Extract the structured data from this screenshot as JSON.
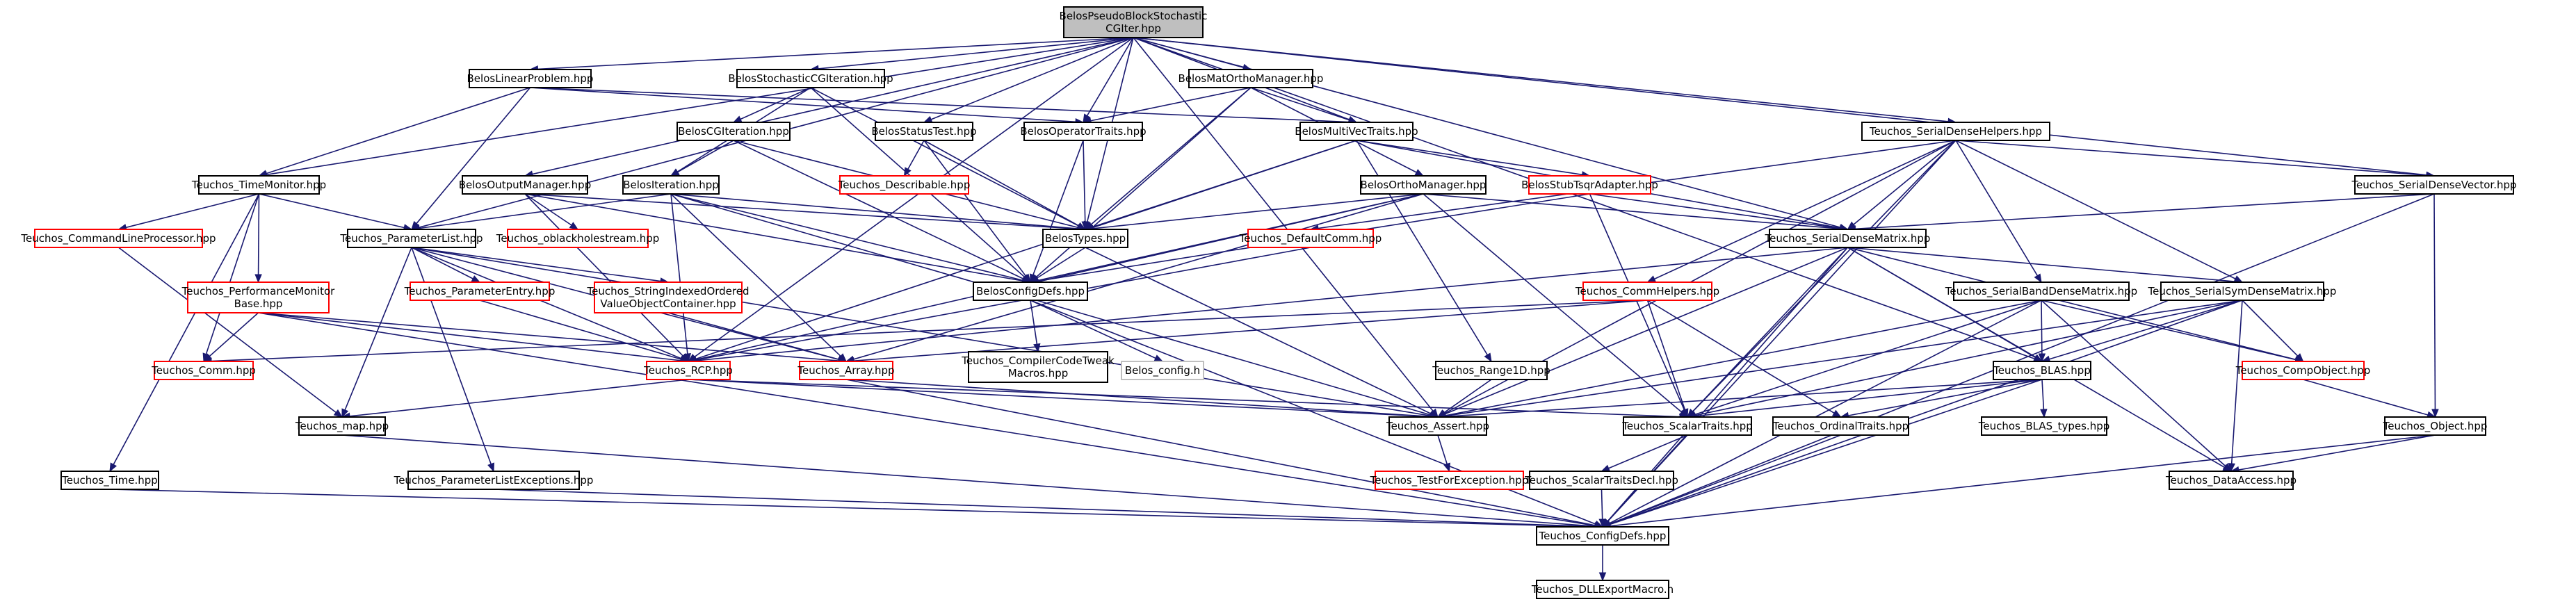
{
  "diagram": {
    "type": "include-dependency-graph",
    "colors": {
      "edge": "#191970",
      "node_border_ok": "#000000",
      "node_border_truncated": "#ff0000",
      "node_border_external": "#bfbfbf",
      "node_fill_root": "#bfbfbf",
      "node_fill": "#ffffff"
    },
    "nodes": [
      {
        "id": "root",
        "lines": [
          "BelosPseudoBlockStochastic",
          "CGIter.hpp"
        ],
        "style": "root"
      },
      {
        "id": "linprob",
        "lines": [
          "BelosLinearProblem.hpp"
        ],
        "style": "ok"
      },
      {
        "id": "stochcg",
        "lines": [
          "BelosStochasticCGIteration.hpp"
        ],
        "style": "ok"
      },
      {
        "id": "matortho",
        "lines": [
          "BelosMatOrthoManager.hpp"
        ],
        "style": "ok"
      },
      {
        "id": "opTraits",
        "lines": [
          "BelosOperatorTraits.hpp"
        ],
        "style": "ok"
      },
      {
        "id": "mvTraits",
        "lines": [
          "BelosMultiVecTraits.hpp"
        ],
        "style": "ok"
      },
      {
        "id": "cgiter",
        "lines": [
          "BelosCGIteration.hpp"
        ],
        "style": "ok"
      },
      {
        "id": "status",
        "lines": [
          "BelosStatusTest.hpp"
        ],
        "style": "ok"
      },
      {
        "id": "outmgr",
        "lines": [
          "BelosOutputManager.hpp"
        ],
        "style": "ok"
      },
      {
        "id": "timemon",
        "lines": [
          "Teuchos_TimeMonitor.hpp"
        ],
        "style": "ok"
      },
      {
        "id": "iteration",
        "lines": [
          "BelosIteration.hpp"
        ],
        "style": "ok"
      },
      {
        "id": "describable",
        "lines": [
          "Teuchos_Describable.hpp"
        ],
        "style": "truncated"
      },
      {
        "id": "orthomgr",
        "lines": [
          "BelosOrthoManager.hpp"
        ],
        "style": "ok"
      },
      {
        "id": "stubtsqr",
        "lines": [
          "BelosStubTsqrAdapter.hpp"
        ],
        "style": "truncated"
      },
      {
        "id": "sdhelpers",
        "lines": [
          "Teuchos_SerialDenseHelpers.hpp"
        ],
        "style": "ok"
      },
      {
        "id": "sdvector",
        "lines": [
          "Teuchos_SerialDenseVector.hpp"
        ],
        "style": "ok"
      },
      {
        "id": "cmdline",
        "lines": [
          "Teuchos_CommandLineProcessor.hpp"
        ],
        "style": "truncated"
      },
      {
        "id": "plist",
        "lines": [
          "Teuchos_ParameterList.hpp"
        ],
        "style": "ok"
      },
      {
        "id": "oblackhole",
        "lines": [
          "Teuchos_oblackholestream.hpp"
        ],
        "style": "truncated"
      },
      {
        "id": "btypes",
        "lines": [
          "BelosTypes.hpp"
        ],
        "style": "ok"
      },
      {
        "id": "defcomm",
        "lines": [
          "Teuchos_DefaultComm.hpp"
        ],
        "style": "truncated"
      },
      {
        "id": "sdmatrix",
        "lines": [
          "Teuchos_SerialDenseMatrix.hpp"
        ],
        "style": "ok"
      },
      {
        "id": "perfmon",
        "lines": [
          "Teuchos_PerformanceMonitor",
          "Base.hpp"
        ],
        "style": "truncated"
      },
      {
        "id": "pentry",
        "lines": [
          "Teuchos_ParameterEntry.hpp"
        ],
        "style": "truncated"
      },
      {
        "id": "strindexed",
        "lines": [
          "Teuchos_StringIndexedOrdered",
          "ValueObjectContainer.hpp"
        ],
        "style": "truncated"
      },
      {
        "id": "bconfig",
        "lines": [
          "BelosConfigDefs.hpp"
        ],
        "style": "ok"
      },
      {
        "id": "commhelpers",
        "lines": [
          "Teuchos_CommHelpers.hpp"
        ],
        "style": "truncated"
      },
      {
        "id": "sbdm",
        "lines": [
          "Teuchos_SerialBandDenseMatrix.hpp"
        ],
        "style": "ok"
      },
      {
        "id": "ssdm",
        "lines": [
          "Teuchos_SerialSymDenseMatrix.hpp"
        ],
        "style": "ok"
      },
      {
        "id": "comm",
        "lines": [
          "Teuchos_Comm.hpp"
        ],
        "style": "truncated"
      },
      {
        "id": "rcp",
        "lines": [
          "Teuchos_RCP.hpp"
        ],
        "style": "truncated"
      },
      {
        "id": "array",
        "lines": [
          "Teuchos_Array.hpp"
        ],
        "style": "truncated"
      },
      {
        "id": "cctweak",
        "lines": [
          "Teuchos_CompilerCodeTweak",
          "Macros.hpp"
        ],
        "style": "ok"
      },
      {
        "id": "belosconfigh",
        "lines": [
          "Belos_config.h"
        ],
        "style": "external"
      },
      {
        "id": "range1d",
        "lines": [
          "Teuchos_Range1D.hpp"
        ],
        "style": "ok"
      },
      {
        "id": "blas",
        "lines": [
          "Teuchos_BLAS.hpp"
        ],
        "style": "ok"
      },
      {
        "id": "compobj",
        "lines": [
          "Teuchos_CompObject.hpp"
        ],
        "style": "truncated"
      },
      {
        "id": "tmap",
        "lines": [
          "Teuchos_map.hpp"
        ],
        "style": "ok"
      },
      {
        "id": "assert",
        "lines": [
          "Teuchos_Assert.hpp"
        ],
        "style": "ok"
      },
      {
        "id": "scalartraits",
        "lines": [
          "Teuchos_ScalarTraits.hpp"
        ],
        "style": "ok"
      },
      {
        "id": "ordinal",
        "lines": [
          "Teuchos_OrdinalTraits.hpp"
        ],
        "style": "ok"
      },
      {
        "id": "blastypes",
        "lines": [
          "Teuchos_BLAS_types.hpp"
        ],
        "style": "ok"
      },
      {
        "id": "tobject",
        "lines": [
          "Teuchos_Object.hpp"
        ],
        "style": "ok"
      },
      {
        "id": "testfor",
        "lines": [
          "Teuchos_TestForException.hpp"
        ],
        "style": "truncated"
      },
      {
        "id": "sctdecl",
        "lines": [
          "Teuchos_ScalarTraitsDecl.hpp"
        ],
        "style": "ok"
      },
      {
        "id": "dataaccess",
        "lines": [
          "Teuchos_DataAccess.hpp"
        ],
        "style": "ok"
      },
      {
        "id": "ttime",
        "lines": [
          "Teuchos_Time.hpp"
        ],
        "style": "ok"
      },
      {
        "id": "plistex",
        "lines": [
          "Teuchos_ParameterListExceptions.hpp"
        ],
        "style": "ok"
      },
      {
        "id": "tconfig",
        "lines": [
          "Teuchos_ConfigDefs.hpp"
        ],
        "style": "ok"
      },
      {
        "id": "dllexport",
        "lines": [
          "Teuchos_DLLExportMacro.h"
        ],
        "style": "ok"
      }
    ],
    "edges": [
      [
        "root",
        "linprob"
      ],
      [
        "root",
        "stochcg"
      ],
      [
        "root",
        "matortho"
      ],
      [
        "root",
        "opTraits"
      ],
      [
        "root",
        "mvTraits"
      ],
      [
        "root",
        "status"
      ],
      [
        "root",
        "outmgr"
      ],
      [
        "root",
        "timemon"
      ],
      [
        "root",
        "plist"
      ],
      [
        "root",
        "btypes"
      ],
      [
        "root",
        "sdhelpers"
      ],
      [
        "root",
        "sdvector"
      ],
      [
        "root",
        "sdmatrix"
      ],
      [
        "root",
        "rcp"
      ],
      [
        "root",
        "assert"
      ],
      [
        "root",
        "blas"
      ],
      [
        "linprob",
        "timemon"
      ],
      [
        "linprob",
        "plist"
      ],
      [
        "linprob",
        "opTraits"
      ],
      [
        "linprob",
        "mvTraits"
      ],
      [
        "stochcg",
        "cgiter"
      ],
      [
        "stochcg",
        "iteration"
      ],
      [
        "stochcg",
        "btypes"
      ],
      [
        "stochcg",
        "bconfig"
      ],
      [
        "matortho",
        "opTraits"
      ],
      [
        "matortho",
        "mvTraits"
      ],
      [
        "matortho",
        "orthomgr"
      ],
      [
        "matortho",
        "btypes"
      ],
      [
        "matortho",
        "bconfig"
      ],
      [
        "opTraits",
        "btypes"
      ],
      [
        "opTraits",
        "bconfig"
      ],
      [
        "mvTraits",
        "btypes"
      ],
      [
        "mvTraits",
        "stubtsqr"
      ],
      [
        "mvTraits",
        "sdmatrix"
      ],
      [
        "mvTraits",
        "range1d"
      ],
      [
        "mvTraits",
        "rcp"
      ],
      [
        "cgiter",
        "iteration"
      ],
      [
        "cgiter",
        "btypes"
      ],
      [
        "cgiter",
        "bconfig"
      ],
      [
        "status",
        "describable"
      ],
      [
        "status",
        "btypes"
      ],
      [
        "status",
        "bconfig"
      ],
      [
        "outmgr",
        "oblackhole"
      ],
      [
        "outmgr",
        "btypes"
      ],
      [
        "outmgr",
        "bconfig"
      ],
      [
        "outmgr",
        "rcp"
      ],
      [
        "timemon",
        "cmdline"
      ],
      [
        "timemon",
        "plist"
      ],
      [
        "timemon",
        "perfmon"
      ],
      [
        "timemon",
        "comm"
      ],
      [
        "timemon",
        "ttime"
      ],
      [
        "iteration",
        "plist"
      ],
      [
        "iteration",
        "btypes"
      ],
      [
        "iteration",
        "bconfig"
      ],
      [
        "iteration",
        "rcp"
      ],
      [
        "iteration",
        "array"
      ],
      [
        "iteration",
        "assert"
      ],
      [
        "orthomgr",
        "btypes"
      ],
      [
        "orthomgr",
        "bconfig"
      ],
      [
        "orthomgr",
        "sdmatrix"
      ],
      [
        "orthomgr",
        "rcp"
      ],
      [
        "orthomgr",
        "array"
      ],
      [
        "orthomgr",
        "scalartraits"
      ],
      [
        "stubtsqr",
        "bconfig"
      ],
      [
        "stubtsqr",
        "sdmatrix"
      ],
      [
        "stubtsqr",
        "scalartraits"
      ],
      [
        "sdhelpers",
        "sdmatrix"
      ],
      [
        "sdhelpers",
        "sdvector"
      ],
      [
        "sdhelpers",
        "defcomm"
      ],
      [
        "sdhelpers",
        "commhelpers"
      ],
      [
        "sdhelpers",
        "sbdm"
      ],
      [
        "sdhelpers",
        "ssdm"
      ],
      [
        "sdhelpers",
        "scalartraits"
      ],
      [
        "sdhelpers",
        "assert"
      ],
      [
        "sdhelpers",
        "tconfig"
      ],
      [
        "sdvector",
        "sdmatrix"
      ],
      [
        "sdvector",
        "tobject"
      ],
      [
        "sdvector",
        "tconfig"
      ],
      [
        "cmdline",
        "tmap"
      ],
      [
        "plist",
        "pentry"
      ],
      [
        "plist",
        "strindexed"
      ],
      [
        "plist",
        "tmap"
      ],
      [
        "plist",
        "plistex"
      ],
      [
        "plist",
        "rcp"
      ],
      [
        "plist",
        "array"
      ],
      [
        "plist",
        "assert"
      ],
      [
        "btypes",
        "bconfig"
      ],
      [
        "btypes",
        "assert"
      ],
      [
        "defcomm",
        "rcp"
      ],
      [
        "sdmatrix",
        "ssdm"
      ],
      [
        "sdmatrix",
        "blas"
      ],
      [
        "sdmatrix",
        "compobj"
      ],
      [
        "sdmatrix",
        "dataaccess"
      ],
      [
        "sdmatrix",
        "scalartraits"
      ],
      [
        "sdmatrix",
        "assert"
      ],
      [
        "sdmatrix",
        "tconfig"
      ],
      [
        "sdmatrix",
        "rcp"
      ],
      [
        "perfmon",
        "comm"
      ],
      [
        "perfmon",
        "rcp"
      ],
      [
        "perfmon",
        "array"
      ],
      [
        "perfmon",
        "tconfig"
      ],
      [
        "pentry",
        "rcp"
      ],
      [
        "strindexed",
        "array"
      ],
      [
        "bconfig",
        "cctweak"
      ],
      [
        "bconfig",
        "belosconfigh"
      ],
      [
        "bconfig",
        "tconfig"
      ],
      [
        "commhelpers",
        "comm"
      ],
      [
        "commhelpers",
        "scalartraits"
      ],
      [
        "commhelpers",
        "ordinal"
      ],
      [
        "commhelpers",
        "array"
      ],
      [
        "sbdm",
        "blas"
      ],
      [
        "sbdm",
        "compobj"
      ],
      [
        "sbdm",
        "dataaccess"
      ],
      [
        "sbdm",
        "scalartraits"
      ],
      [
        "sbdm",
        "assert"
      ],
      [
        "sbdm",
        "tconfig"
      ],
      [
        "ssdm",
        "blas"
      ],
      [
        "ssdm",
        "compobj"
      ],
      [
        "ssdm",
        "dataaccess"
      ],
      [
        "ssdm",
        "scalartraits"
      ],
      [
        "ssdm",
        "assert"
      ],
      [
        "ssdm",
        "tconfig"
      ],
      [
        "rcp",
        "tmap"
      ],
      [
        "rcp",
        "assert"
      ],
      [
        "rcp",
        "scalartraits"
      ],
      [
        "array",
        "assert"
      ],
      [
        "array",
        "tconfig"
      ],
      [
        "range1d",
        "assert"
      ],
      [
        "blas",
        "scalartraits"
      ],
      [
        "blas",
        "ordinal"
      ],
      [
        "blas",
        "blastypes"
      ],
      [
        "blas",
        "assert"
      ],
      [
        "blas",
        "tconfig"
      ],
      [
        "compobj",
        "tobject"
      ],
      [
        "tmap",
        "tconfig"
      ],
      [
        "assert",
        "testfor"
      ],
      [
        "scalartraits",
        "sctdecl"
      ],
      [
        "scalartraits",
        "tconfig"
      ],
      [
        "ordinal",
        "tconfig"
      ],
      [
        "tobject",
        "dataaccess"
      ],
      [
        "tobject",
        "tconfig"
      ],
      [
        "sctdecl",
        "tconfig"
      ],
      [
        "ttime",
        "tconfig"
      ],
      [
        "plistex",
        "tconfig"
      ],
      [
        "tconfig",
        "dllexport"
      ]
    ]
  }
}
